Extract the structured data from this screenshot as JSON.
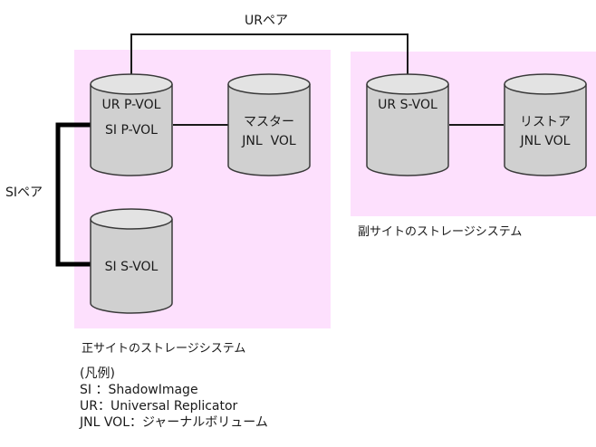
{
  "ur_pair_label": "URペア",
  "si_pair_label": "SIペア",
  "primary_site": {
    "label": "正サイトのストレージシステム",
    "volumes": {
      "ur_pvol_line1": "UR P-VOL",
      "ur_pvol_line2": "SI P-VOL",
      "master_jnl_line1": "マスター",
      "master_jnl_line2": "JNL  VOL",
      "si_svol": "SI S-VOL"
    }
  },
  "secondary_site": {
    "label": "副サイトのストレージシステム",
    "volumes": {
      "ur_svol": "UR S-VOL",
      "restore_jnl_line1": "リストア",
      "restore_jnl_line2": "JNL VOL"
    }
  },
  "legend": {
    "title": "(凡例)",
    "items": [
      "SI ：ShadowImage",
      "UR：Universal Replicator",
      "JNL VOL：ジャーナルボリューム"
    ]
  },
  "colors": {
    "site_fill": "#fde0fd",
    "cylinder_fill": "#d0d0d0",
    "cylinder_top": "#e3e3e3",
    "line": "#1a1a1a"
  }
}
